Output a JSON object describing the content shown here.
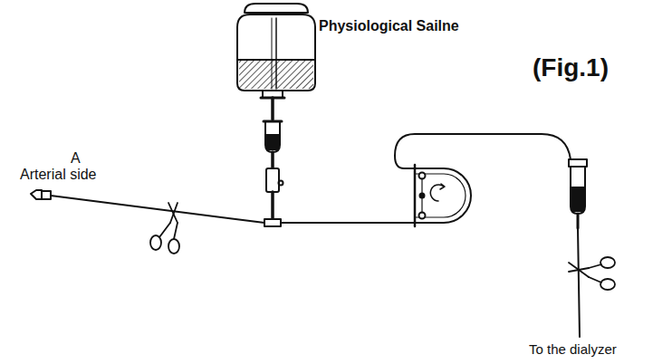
{
  "diagram": {
    "labels": [
      "Physiological Sailne",
      "(Fig.1)",
      "A",
      "Arterial side",
      "To the dialyzer"
    ]
  }
}
